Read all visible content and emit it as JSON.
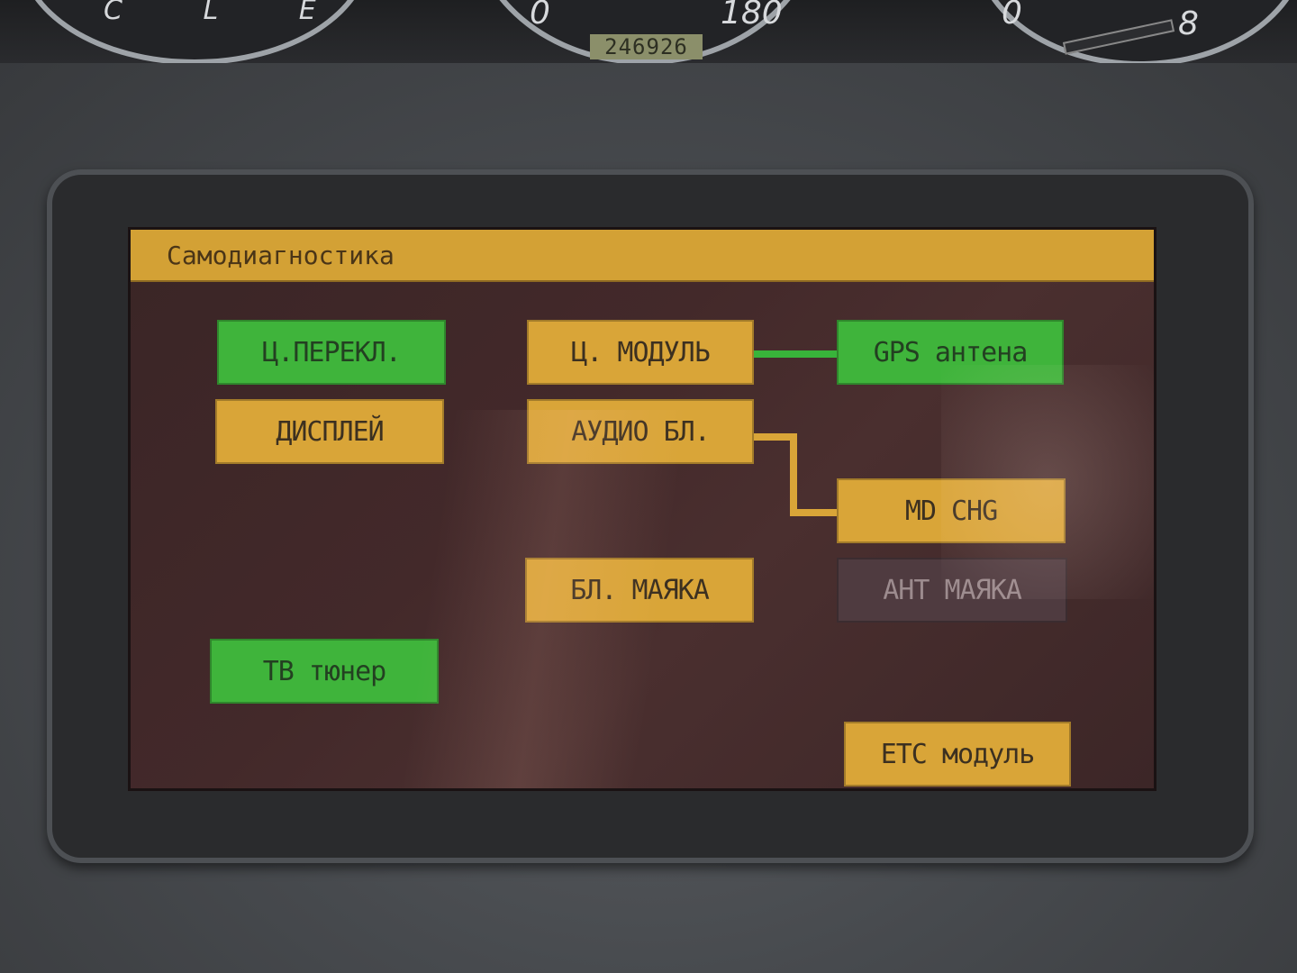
{
  "cluster": {
    "gauge_left_letters": "C  L  E",
    "speed_zero": "0",
    "speed_180": "180",
    "odometer": "246926",
    "rpm_zero": "0",
    "rpm_eight": "8"
  },
  "screen": {
    "title": "Самодиагностика",
    "modules": {
      "center_switch": "Ц.ПЕРЕКЛ.",
      "display": "ДИСПЛЕЙ",
      "central_module": "Ц. МОДУЛЬ",
      "gps_antenna": "GPS антена",
      "audio_unit": "АУДИО БЛ.",
      "md_changer": "MD CHG",
      "beacon_unit": "БЛ. МАЯКА",
      "beacon_antenna": "АНТ МАЯКА",
      "tv_tuner": "ТВ тюнер",
      "etc_module": "ETC модуль"
    }
  },
  "colors": {
    "ok_green": "#3fb43b",
    "amber": "#d9a538",
    "inactive": "#4f3b40"
  }
}
